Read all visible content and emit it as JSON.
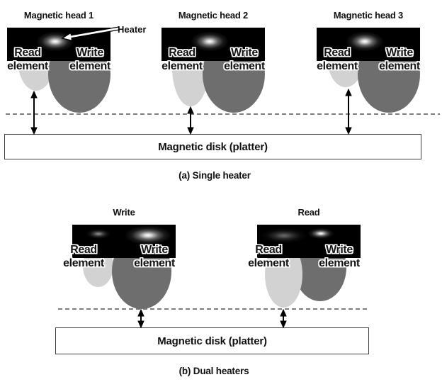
{
  "section_a": {
    "caption": "(a) Single heater",
    "heater_label": "Heater",
    "disk_label": "Magnetic disk (platter)",
    "heads": [
      {
        "title": "Magnetic head 1",
        "read_label": "Read",
        "write_label": "Write",
        "read_element_label": "element",
        "write_element_label": "element"
      },
      {
        "title": "Magnetic head 2",
        "read_label": "Read",
        "write_label": "Write",
        "read_element_label": "element",
        "write_element_label": "element"
      },
      {
        "title": "Magnetic head 3",
        "read_label": "Read",
        "write_label": "Write",
        "read_element_label": "element",
        "write_element_label": "element"
      }
    ]
  },
  "section_b": {
    "caption": "(b) Dual heaters",
    "disk_label": "Magnetic disk (platter)",
    "heads": [
      {
        "title": "Write",
        "read_label": "Read",
        "write_label": "Write",
        "read_element_label": "element",
        "write_element_label": "element"
      },
      {
        "title": "Read",
        "read_label": "Read",
        "write_label": "Write",
        "read_element_label": "element",
        "write_element_label": "element"
      }
    ]
  },
  "colors": {
    "read_element": "#d2d2d2",
    "write_element": "#6e6e6e",
    "box": "#000000"
  }
}
